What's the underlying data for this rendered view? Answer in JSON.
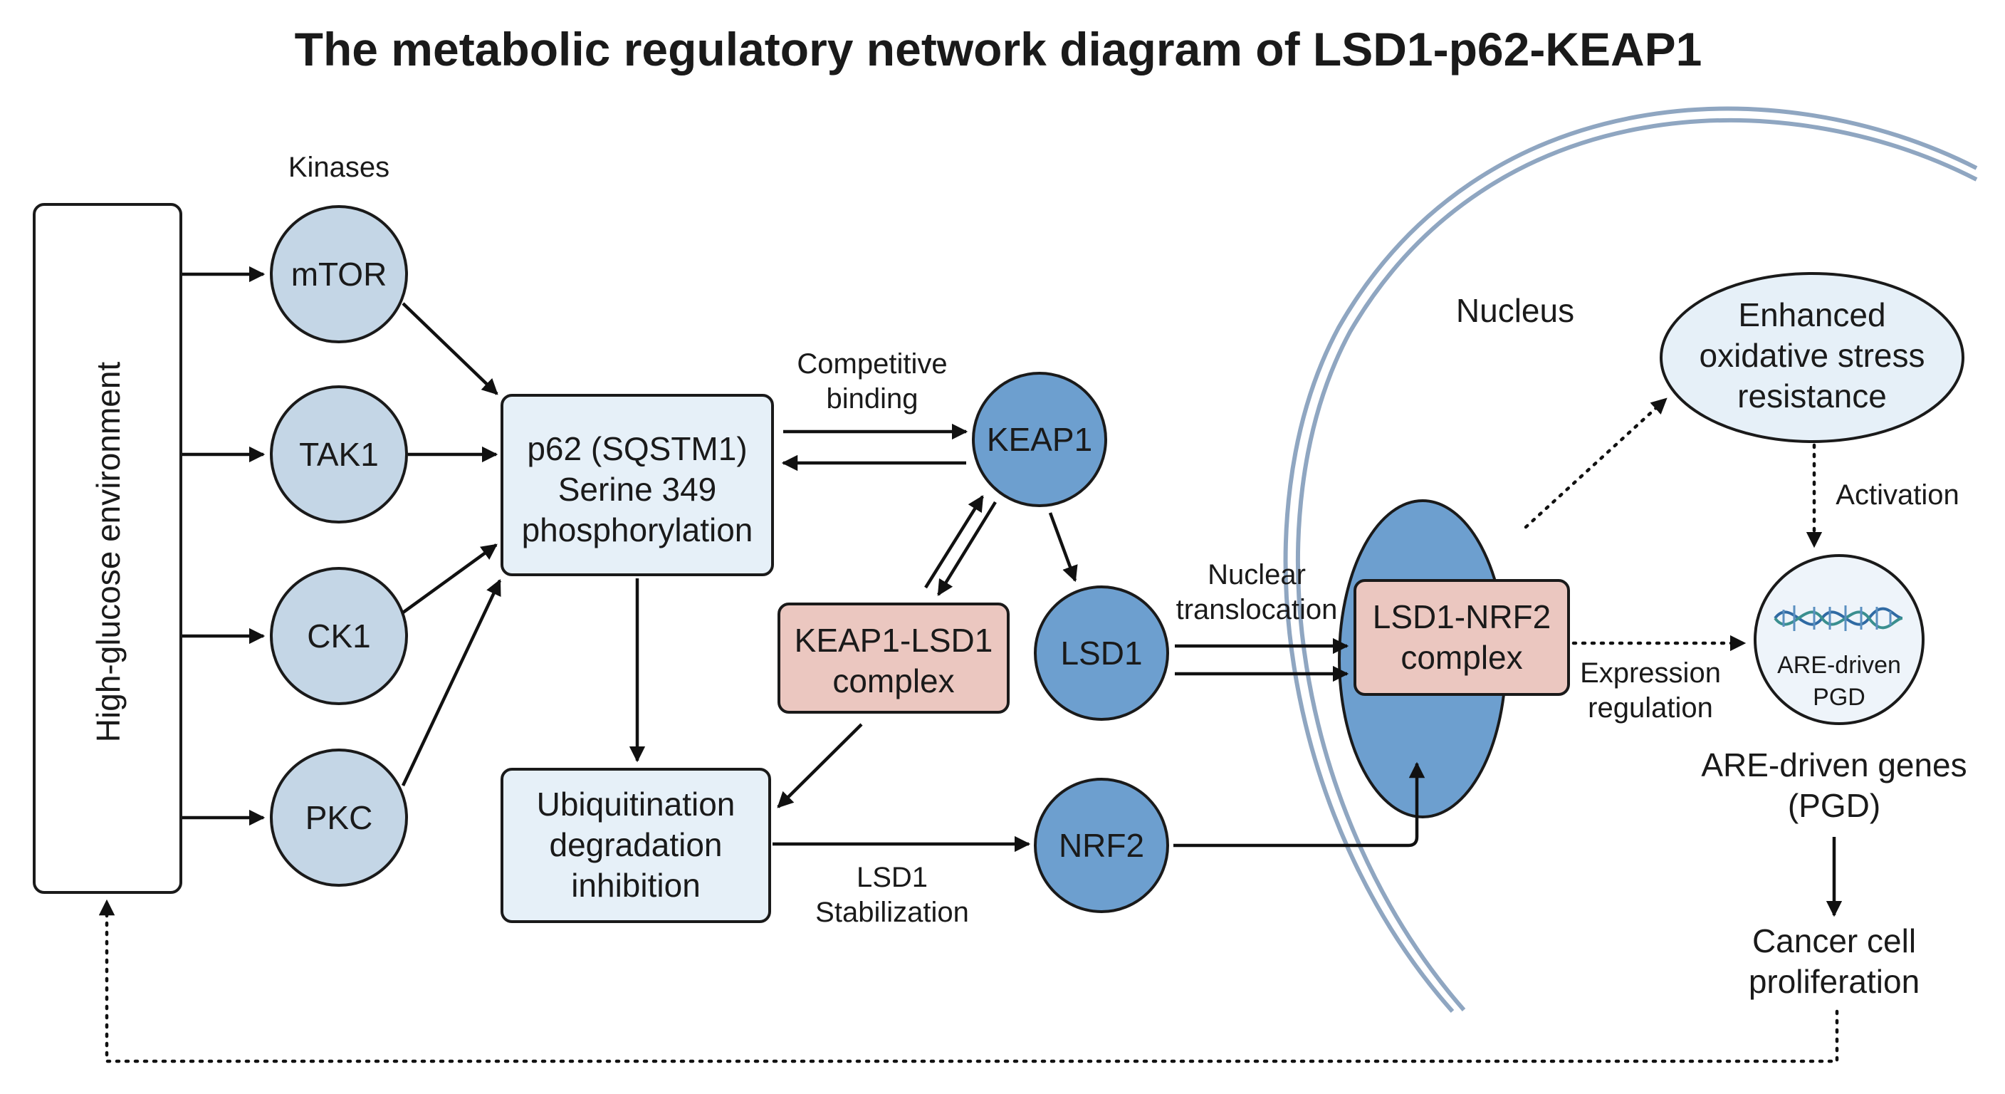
{
  "title": "The metabolic regulatory network diagram of LSD1-p62-KEAP1",
  "group_label_kinases": "Kinases",
  "nucleus_label": "Nucleus",
  "nodes": {
    "high_glucose": "High-glucose environment",
    "mtor": "mTOR",
    "tak1": "TAK1",
    "ck1": "CK1",
    "pkc": "PKC",
    "p62": [
      "p62 (SQSTM1)",
      "Serine 349",
      "phosphorylation"
    ],
    "keap1": "KEAP1",
    "keap1_lsd1": [
      "KEAP1-LSD1",
      "complex"
    ],
    "lsd1": "LSD1",
    "ubiquitination": [
      "Ubiquitination",
      "degradation",
      "inhibition"
    ],
    "nrf2": "NRF2",
    "lsd1_nrf2": [
      "LSD1-NRF2",
      "complex"
    ],
    "oxidative": [
      "Enhanced",
      "oxidative stress",
      "resistance"
    ],
    "are_circle": [
      "ARE-driven",
      "PGD"
    ],
    "are_genes": [
      "ARE-driven genes",
      "(PGD)"
    ],
    "cancer": [
      "Cancer cell",
      "proliferation"
    ]
  },
  "edge_labels": {
    "competitive_binding": [
      "Competitive",
      "binding"
    ],
    "nuclear_translocation": [
      "Nuclear",
      "translocation"
    ],
    "lsd1_stabilization": [
      "LSD1",
      "Stabilization"
    ],
    "expression_regulation": [
      "Expression",
      "regulation"
    ],
    "activation": "Activation"
  },
  "colors": {
    "light_blue_fill": "#e6f0f8",
    "kinase_fill": "#c4d6e6",
    "dark_blue_fill": "#6d9fcf",
    "pink_fill": "#ebc7c0",
    "outline": "#1a1a1a",
    "nucleus_membrane": "#8fa6c1"
  }
}
